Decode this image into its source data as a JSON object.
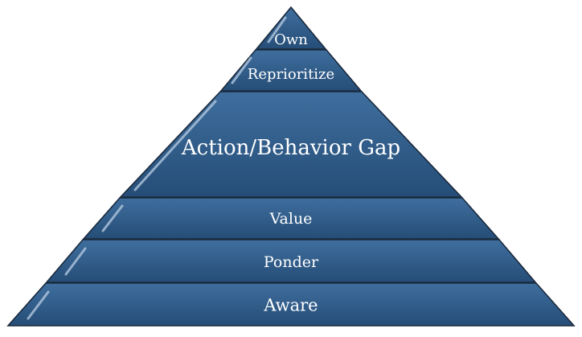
{
  "diagram": {
    "type": "pyramid",
    "tiers": [
      {
        "label": "Own"
      },
      {
        "label": "Reprioritize"
      },
      {
        "label": "Action/Behavior Gap"
      },
      {
        "label": "Value"
      },
      {
        "label": "Ponder"
      },
      {
        "label": "Aware"
      }
    ]
  },
  "colors": {
    "tier_fill_top": "#3f6e9e",
    "tier_fill_bottom": "#254d77",
    "outline": "#1a2a3d",
    "label": "#ffffff"
  }
}
